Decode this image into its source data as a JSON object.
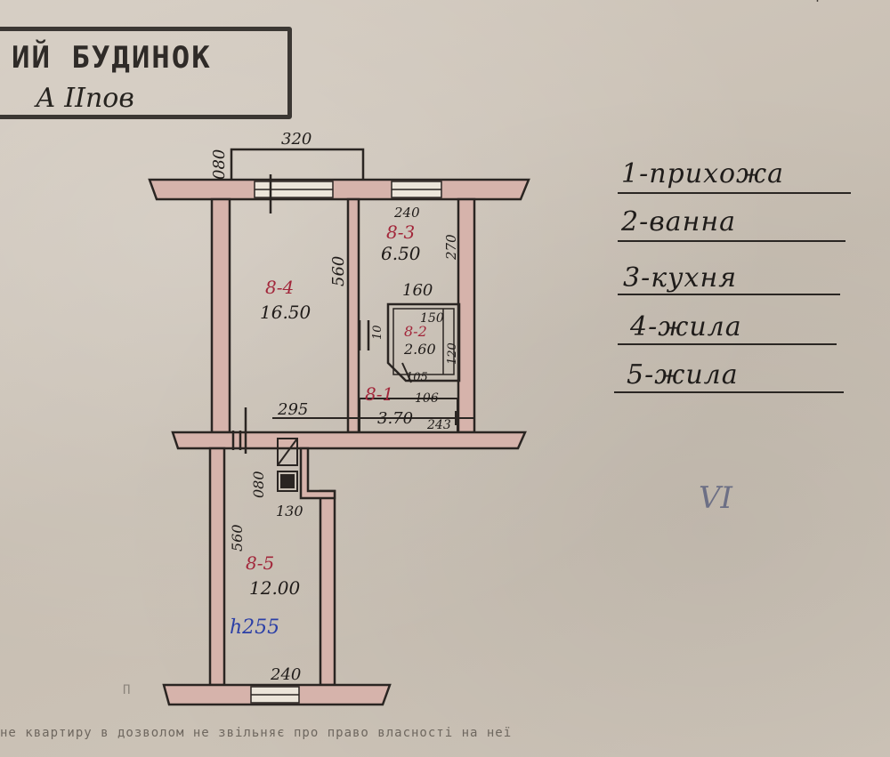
{
  "stamp": {
    "title": "ИЙ БУДИНОК",
    "floor": "А IIпов"
  },
  "dimensions": {
    "top_bay": "320",
    "bay_depth": "080",
    "kitchen_width": "240",
    "kitchen_depth": "270",
    "room4_depth": "560",
    "bath_width": "160",
    "bath_inner": "150",
    "bath_small": "120",
    "bath_wc": "105",
    "door_gap": "10",
    "hall_width": "295",
    "hall_small": "106",
    "hall_side": "243",
    "room5_top": "080",
    "room5_side": "560",
    "room5_nook": "130",
    "room5_bottom": "240"
  },
  "rooms": {
    "r4": {
      "code": "8-4",
      "area": "16.50"
    },
    "r3": {
      "code": "8-3",
      "area": "6.50"
    },
    "r2": {
      "code": "8-2",
      "area": "2.60"
    },
    "r1": {
      "code": "8-1",
      "area": "3.70"
    },
    "r5": {
      "code": "8-5",
      "area": "12.00"
    }
  },
  "height_note": "h255",
  "legend": [
    {
      "label": "1-прихожа"
    },
    {
      "label": "2-ванна"
    },
    {
      "label": "3-кухня"
    },
    {
      "label": "4-жила"
    },
    {
      "label": "5-жила"
    }
  ],
  "pencil_mark": "VI",
  "faded_mark": "П",
  "top_mark": "'",
  "footer": "не квартиру в дозволом не звільняє про право власності на неї",
  "colors": {
    "wall_fill": "#d6b3ab",
    "ink": "#2a2522",
    "red_ink": "#a2263a",
    "blue_ink": "#2b3fa6"
  }
}
